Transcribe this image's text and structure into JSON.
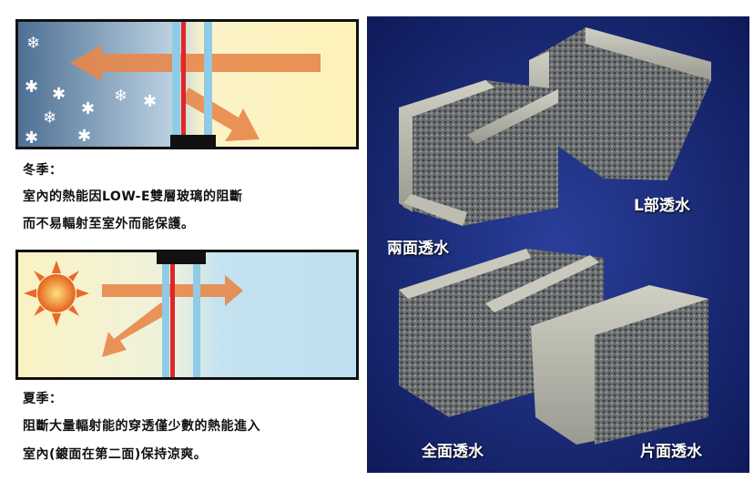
{
  "winter": {
    "title": "冬季：",
    "line1": "室內的熱能因LOW-E雙層玻璃的阻斷",
    "line2": "而不易輻射至室外而能保護。"
  },
  "summer": {
    "title": "夏季：",
    "line1": "阻斷大量輻射能的穿透僅少數的熱能進入",
    "line2": "室內(鍍面在第二面)保持涼爽。"
  },
  "photo": {
    "labels": {
      "l_part": "L部透水",
      "two_sides": "兩面透水",
      "full": "全面透水",
      "one_side": "片面透水"
    }
  },
  "colors": {
    "arrow": "#e8874a",
    "glass": "#8fcbe6",
    "coating": "#e0262b",
    "photo_bg": "#17287a"
  }
}
